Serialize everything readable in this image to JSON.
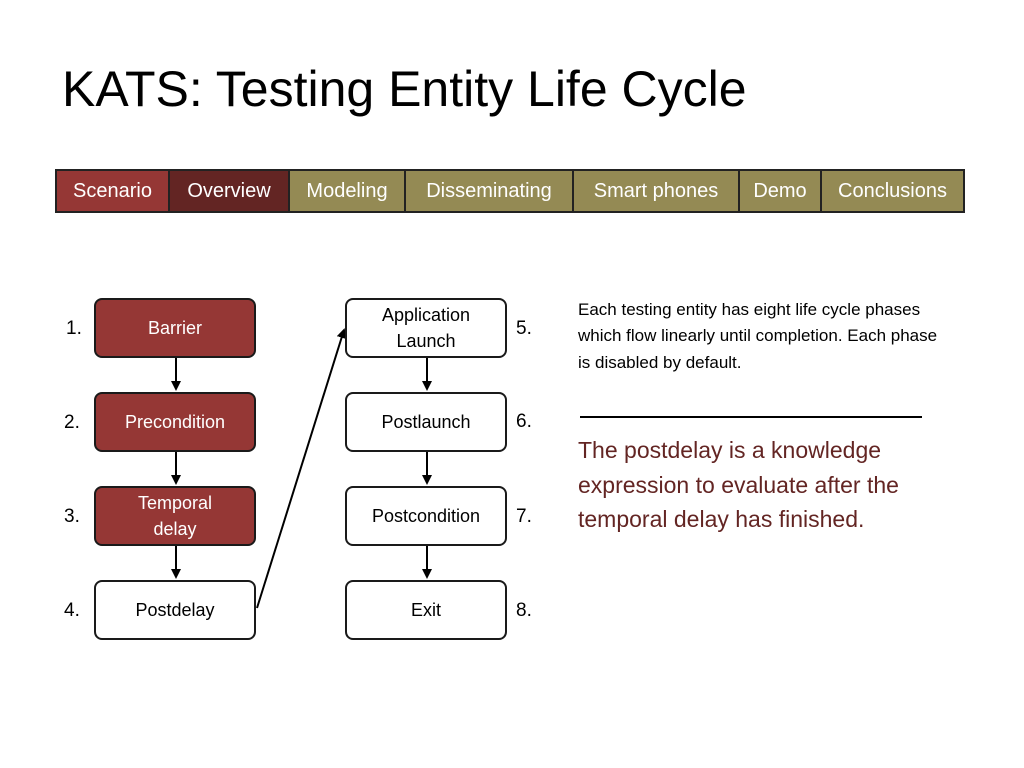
{
  "title": "KATS: Testing Entity Life Cycle",
  "nav": {
    "items": [
      {
        "label": "Scenario",
        "bg": "#953735"
      },
      {
        "label": "Overview",
        "bg": "#632523"
      },
      {
        "label": "Modeling",
        "bg": "#948A54"
      },
      {
        "label": "Disseminating",
        "bg": "#948A54"
      },
      {
        "label": "Smart phones",
        "bg": "#948A54"
      },
      {
        "label": "Demo",
        "bg": "#948A54"
      },
      {
        "label": "Conclusions",
        "bg": "#948A54"
      }
    ]
  },
  "phases": [
    {
      "num": "1.",
      "label": "Barrier",
      "state": "active"
    },
    {
      "num": "2.",
      "label": "Precondition",
      "state": "active"
    },
    {
      "num": "3.",
      "label": "Temporal\ndelay",
      "state": "active"
    },
    {
      "num": "4.",
      "label": "Postdelay",
      "state": "inactive"
    },
    {
      "num": "5.",
      "label": "Application\nLaunch",
      "state": "inactive"
    },
    {
      "num": "6.",
      "label": "Postlaunch",
      "state": "inactive"
    },
    {
      "num": "7.",
      "label": "Postcondition",
      "state": "inactive"
    },
    {
      "num": "8.",
      "label": "Exit",
      "state": "inactive"
    }
  ],
  "description": "Each testing entity has eight life cycle phases which flow linearly until completion. Each phase is disabled by default.",
  "note": "The postdelay is a knowledge expression to evaluate after the temporal delay has finished.",
  "colors": {
    "active": "#953735",
    "note_text": "#632523",
    "nav_inactive": "#948A54"
  }
}
